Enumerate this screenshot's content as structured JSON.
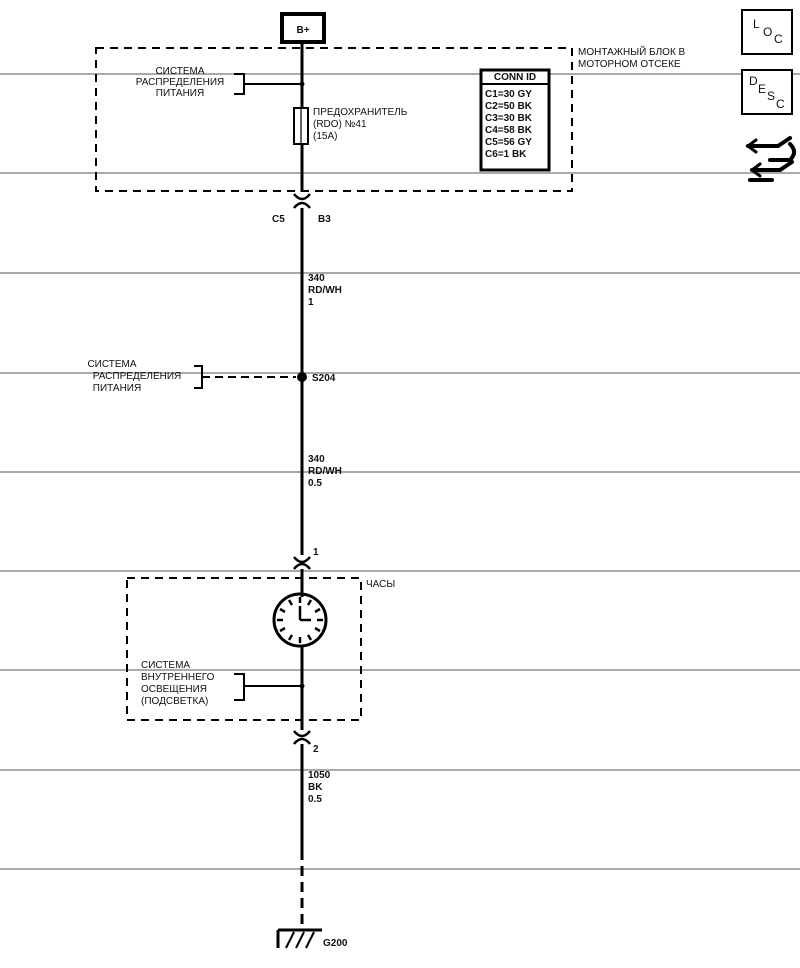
{
  "power": {
    "source": "B+"
  },
  "engine_block": {
    "title_line1": "МОНТАЖНЫЙ БЛОК В",
    "title_line2": "МОТОРНОМ ОТСЕКЕ"
  },
  "dist_top": {
    "line1": "СИСТЕМА",
    "line2": "РАСПРЕДЕЛЕНИЯ",
    "line3": "ПИТАНИЯ"
  },
  "fuse": {
    "line1": "ПРЕДОХРАНИТЕЛЬ",
    "line2": "(RDO) №41",
    "line3": "(15A)"
  },
  "conn_id": {
    "header": "CONN ID",
    "rows": [
      "C1=30 GY",
      "C2=50 BK",
      "C3=30 BK",
      "C4=58 BK",
      "C5=56 GY",
      "C6=1 BK"
    ]
  },
  "connector_c5": {
    "name": "C5",
    "pin": "B3"
  },
  "wire1": {
    "circuit": "340",
    "color": "RD/WH",
    "size": "1"
  },
  "dist_mid": {
    "line1": "СИСТЕМА",
    "line2": "РАСПРЕДЕЛЕНИЯ",
    "line3": "ПИТАНИЯ"
  },
  "splice": {
    "name": "S204"
  },
  "wire2": {
    "circuit": "340",
    "color": "RD/WH",
    "size": "0.5"
  },
  "clock": {
    "pin_top": "1",
    "title": "ЧАСЫ",
    "pin_bottom": "2"
  },
  "lighting": {
    "line1": "СИСТЕМА",
    "line2": "ВНУТРЕННЕГО",
    "line3": "ОСВЕЩЕНИЯ",
    "line4": "(ПОДСВЕТКА)"
  },
  "wire3": {
    "circuit": "1050",
    "color": "BK",
    "size": "0.5"
  },
  "ground": {
    "name": "G200"
  },
  "icons": {
    "loc": [
      "L",
      "O",
      "C"
    ],
    "desc": [
      "D",
      "E",
      "S",
      "C"
    ],
    "nav": "navigation-hand-icon"
  }
}
